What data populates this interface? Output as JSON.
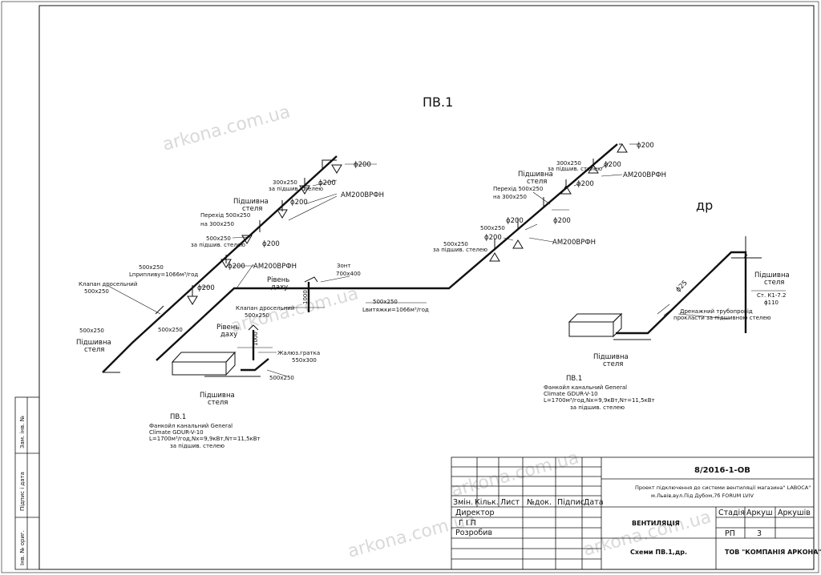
{
  "watermark": "arkona.com.ua",
  "sheet": {
    "title_main": "ПВ.1",
    "title_dr": "др"
  },
  "side_stamp": {
    "inv_zam": "Зам. інв. №",
    "sign_date": "Підпис і дата",
    "inv_orig": "Інв. № ориг."
  },
  "pv1": {
    "diffuser_d": "ϕ200",
    "diffuser_type": "АМ200ВРФН",
    "duct_300x250": "300x250",
    "below_ceiling": "за підшив. стелею",
    "suspended_ceiling": "Підшивна стеля",
    "transition_1": "Перехід 500x250",
    "transition_2": "на 300x250",
    "duct_500x250": "500x250",
    "supply_flow": "Lприпливу=1066м³/год",
    "exhaust_flow": "Lвитяжки=1066м³/год",
    "damper": "Клапан дросельний",
    "roof_level": "Рівень даху",
    "umbrella": "Зонт",
    "umbrella_size": "700x400",
    "grille": "Жалюз.гратка",
    "grille_size": "550x300",
    "height_1000": "1000",
    "unit_tag": "ПВ.1",
    "unit_name": "Фанкойл канальний General",
    "unit_model": "Climate GDUR-V-10",
    "unit_perf": "L=1700м³/год,Nх=9,9кВт,Nт=11,5кВт",
    "unit_place": "за підшив. стелею"
  },
  "dr": {
    "pipe_d": "ϕ25",
    "drain_1": "Дренажний трубопровід",
    "drain_2": "прокласти за підшивною стелею",
    "riser": "Ст. К1-7.2",
    "riser_d": "ϕ110"
  },
  "title_block": {
    "doc_code": "8/2016-1-ОВ",
    "project_desc_1": "Проект підключення до системи вентиляції магазина\" LABOCA\"",
    "project_desc_2": "м.Львів,вул.Під Дубом,7б  FORUM LVIV",
    "col_zmin": "Змін.",
    "col_kilk": "Кільк.",
    "col_lyst": "Лист",
    "col_ndok": "№док.",
    "col_pidp": "Підпис",
    "col_data": "Дата",
    "role_director": "Директор",
    "role_gip": "Г І П",
    "role_developed": "Розробив",
    "section": "ВЕНТИЛЯЦІЯ",
    "col_stage": "Стадія",
    "col_sheet": "Аркуш",
    "col_sheets": "Аркушів",
    "stage": "РП",
    "sheet_no": "3",
    "sheets_total": "",
    "drawing_name": "Схеми ПВ.1,др.",
    "company": "ТОВ \"КОМПАНІЯ АРКОНА\""
  }
}
